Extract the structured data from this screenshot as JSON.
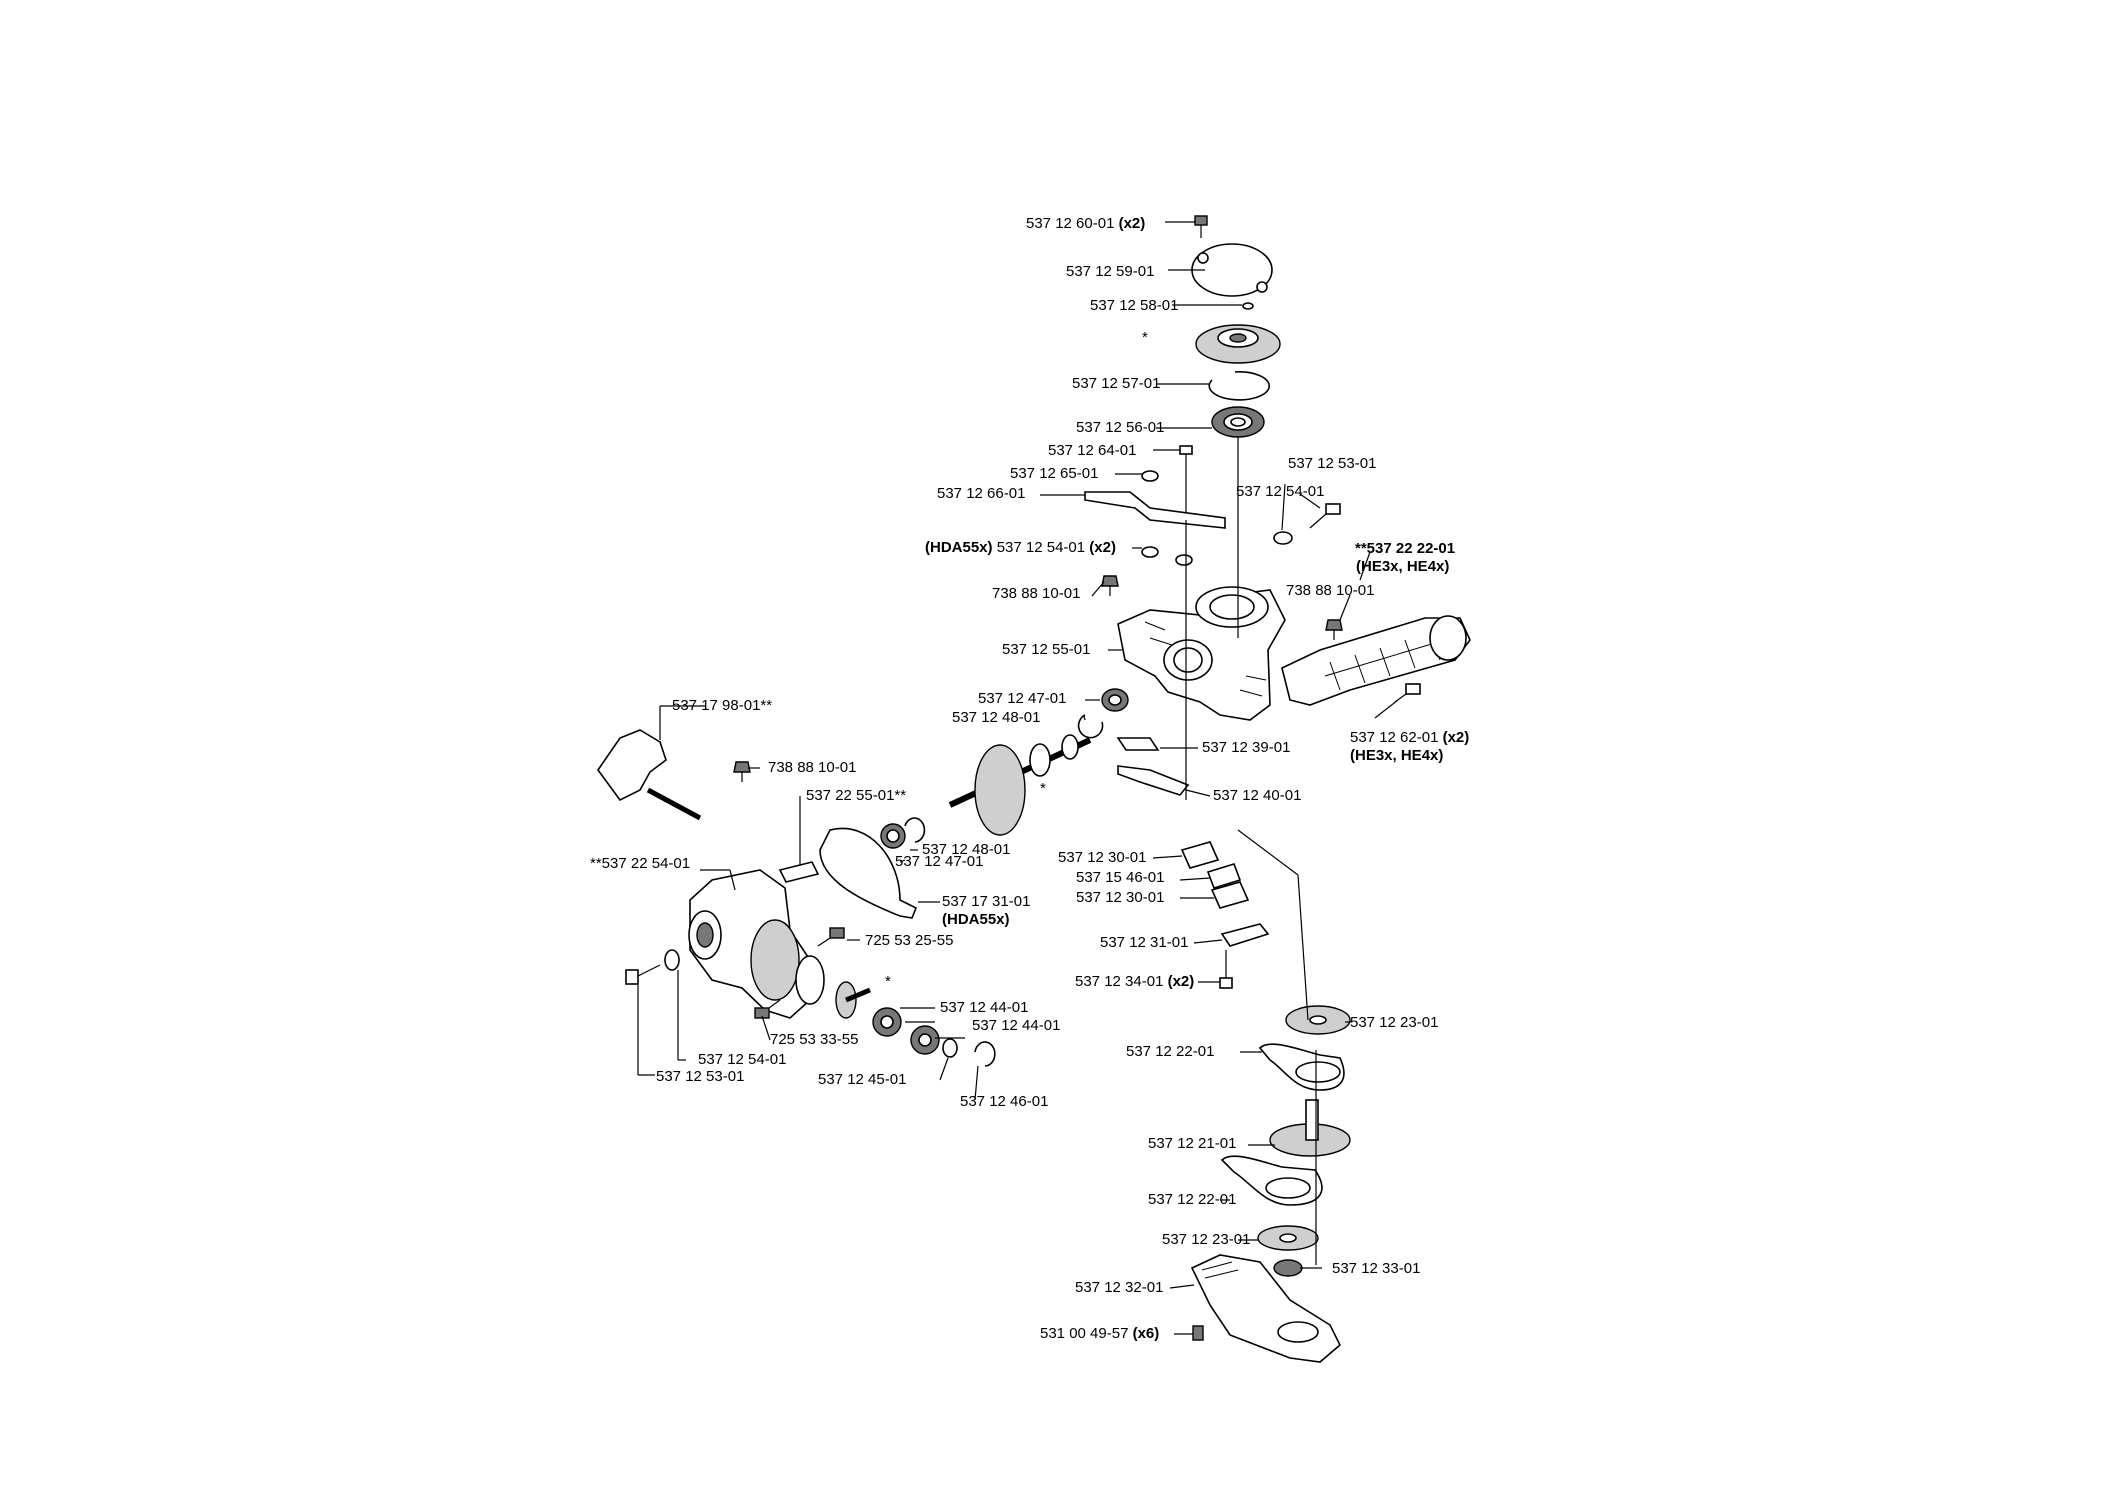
{
  "colors": {
    "ink": "#000000",
    "background": "#ffffff",
    "shade": "#cfcfcf"
  },
  "labels": {
    "p1": "537 12 60-01",
    "p1q": "(x2)",
    "p2": "537 12 59-01",
    "p3": "537 12 58-01",
    "star1": "*",
    "p4": "537 12 57-01",
    "p5": "537 12 56-01",
    "p6": "537 12 64-01",
    "p7": "537 12 65-01",
    "p8": "537 12 66-01",
    "p9a": "(HDA55x)",
    "p9": "537 12 54-01",
    "p9q": "(x2)",
    "p10": "738 88 10-01",
    "p11": "537 12 55-01",
    "p12": "537 12 53-01",
    "p13": "537 12 54-01",
    "p14": "**537 22 22-01",
    "p14b": "(HE3x, HE4x)",
    "p15": "738 88 10-01",
    "p16": "537 12 62-01",
    "p16q": "(x2)",
    "p16b": "(HE3x, HE4x)",
    "p17": "537 12 47-01",
    "p18": "537 12 48-01",
    "p19": "537 12 39-01",
    "p20": "537 12 40-01",
    "p21": "537 17 98-01**",
    "p22": "738 88 10-01",
    "p23": "537 22 55-01**",
    "star2": "*",
    "p24": "537 12 48-01",
    "p25": "537 12 47-01",
    "p26": "537 17 31-01",
    "p26b": "(HDA55x)",
    "p27": "**537 22 54-01",
    "p28": "725 53 25-55",
    "p29": "537 12 30-01",
    "p30": "537 15 46-01",
    "p31": "537 12 30-01",
    "p32": "537 12 31-01",
    "p33": "537 12 34-01",
    "p33q": "(x2)",
    "star3": "*",
    "p34": "537 12 44-01",
    "p35": "537 12 44-01",
    "p36": "725 53 33-55",
    "p37": "537 12 54-01",
    "p38": "537 12 53-01",
    "p39": "537 12 45-01",
    "p40": "537 12 46-01",
    "p41": "537 12 23-01",
    "p42": "537 12 22-01",
    "p43": "537 12 21-01",
    "p44": "537 12 22-01",
    "p45": "537 12 23-01",
    "p46": "537 12 33-01",
    "p47": "537 12 32-01",
    "p48": "531 00 49-57",
    "p48q": "(x6)"
  }
}
